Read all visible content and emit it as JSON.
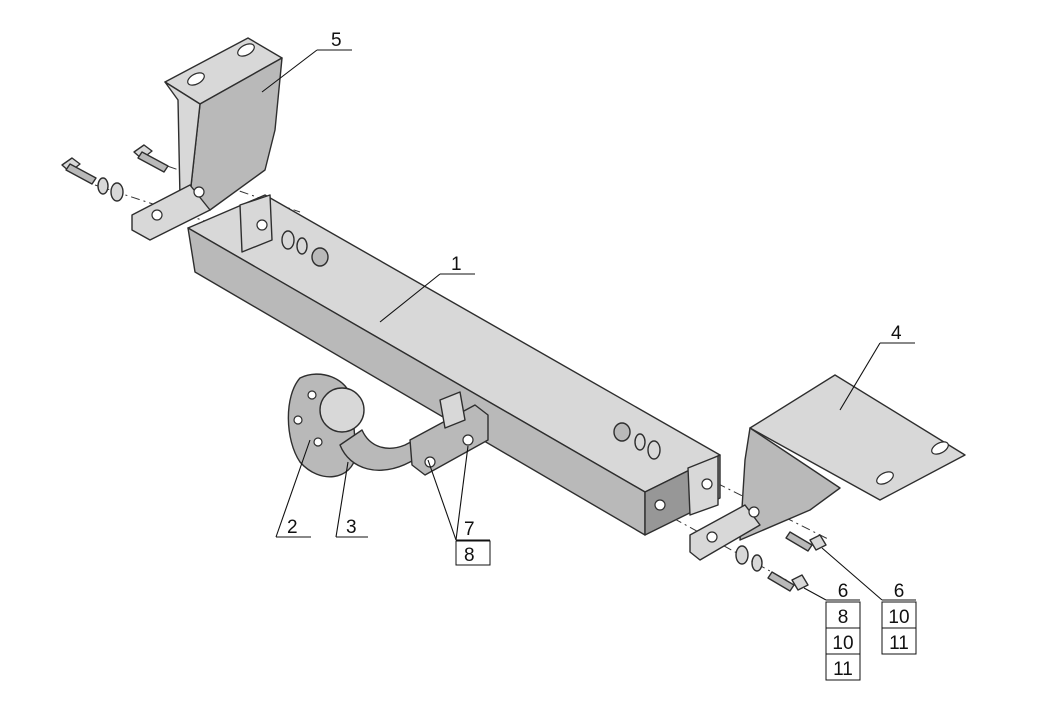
{
  "callouts": {
    "c1": "1",
    "c2": "2",
    "c3": "3",
    "c4": "4",
    "c5": "5",
    "c7": "7",
    "c8": "8",
    "left_stack": [
      "6",
      "8",
      "10",
      "11"
    ],
    "right_stack": [
      "6",
      "10",
      "11"
    ]
  },
  "colors": {
    "light_metal": "#d8d8d8",
    "mid_metal": "#b9b9b9",
    "dark_metal": "#979797",
    "outline": "#2e2e2e"
  }
}
